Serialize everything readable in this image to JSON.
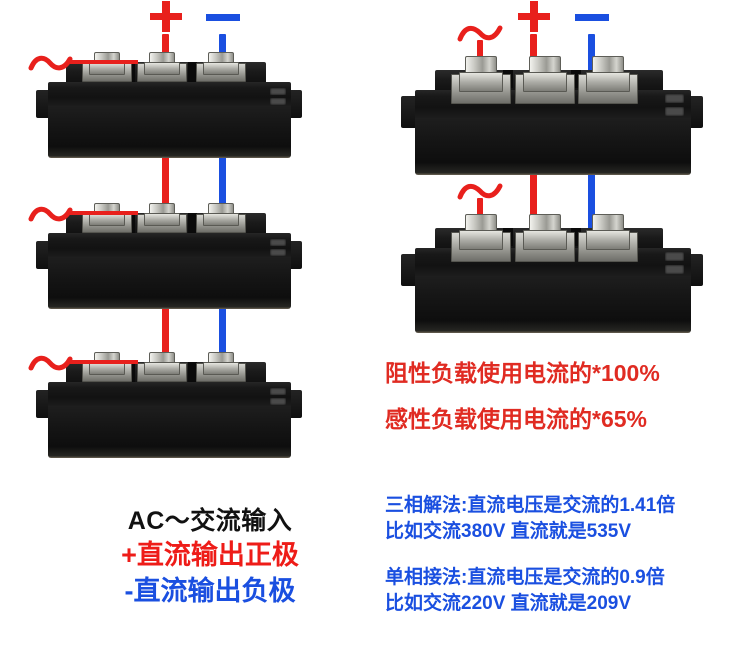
{
  "diagram": {
    "title": "Rectifier bridge module wiring diagram",
    "symbols": {
      "plus": "+",
      "minus": "−",
      "ac_tilde": "〜"
    },
    "colors": {
      "positive_wire": "#e8201c",
      "negative_wire": "#1a4fe0",
      "ac_wire": "#e8201c",
      "module_body": "#141414",
      "terminal_metal": "#c9c9c3",
      "note_red": "#e02b22",
      "note_blue": "#1a4fe0",
      "legend_black": "#111111"
    },
    "left_group": {
      "name": "three-phase-stack",
      "module_count": 3,
      "terminals_per_module": 3,
      "terminal_labels": [
        "~",
        "+",
        "-"
      ]
    },
    "right_group": {
      "name": "single-phase-pair",
      "module_count": 2,
      "terminals_per_module": 3,
      "terminal_labels": [
        "~",
        "+",
        "-"
      ]
    }
  },
  "legend": {
    "line1": "AC〜交流输入",
    "line2": "+直流输出正极",
    "line3": "-直流输出负极"
  },
  "notes_red": {
    "line1": "阻性负载使用电流的*100%",
    "line2": "感性负载使用电流的*65%"
  },
  "notes_blue": {
    "three_phase_line1": "三相解法:直流电压是交流的1.41倍",
    "three_phase_line2": "比如交流380V 直流就是535V",
    "single_phase_line1": "单相接法:直流电压是交流的0.9倍",
    "single_phase_line2": "比如交流220V 直流就是209V"
  }
}
